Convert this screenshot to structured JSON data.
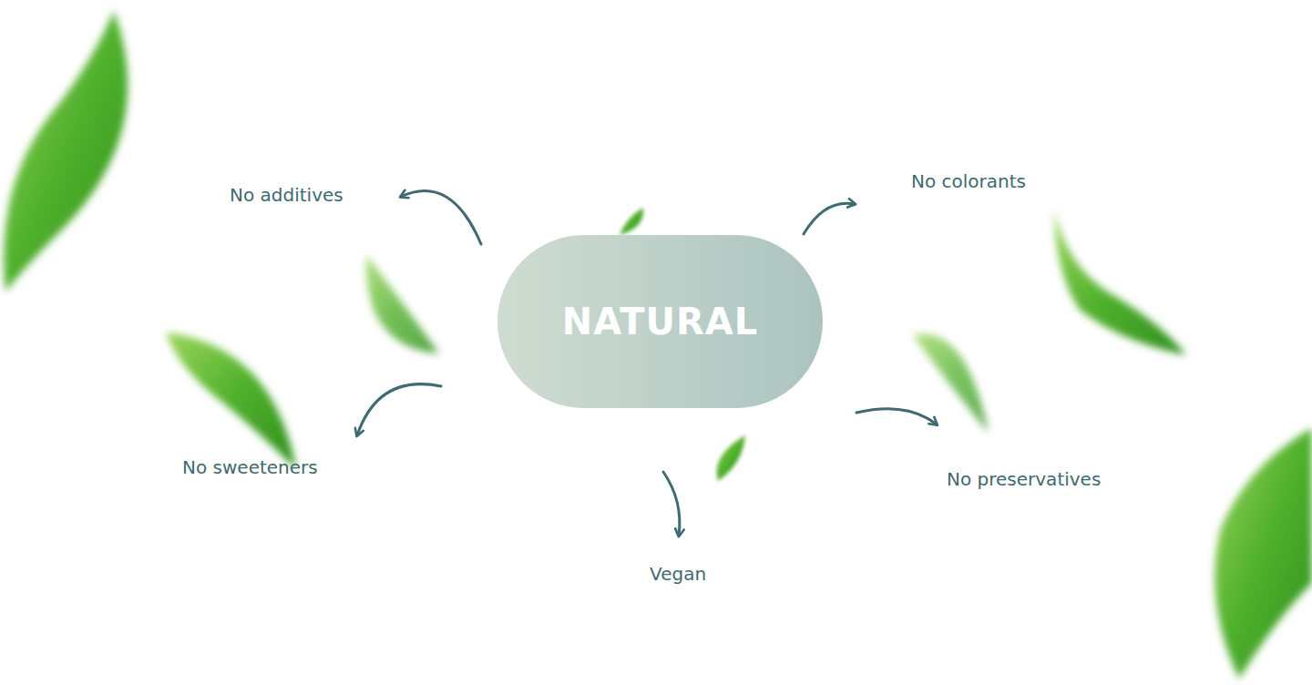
{
  "diagram": {
    "nodes": [
      {
        "text": [
          "NATURAL"
        ]
      }
    ],
    "labels": [
      "No additives",
      "No colorants",
      "No sweeteners",
      "No preservatives",
      "Vegan"
    ]
  }
}
